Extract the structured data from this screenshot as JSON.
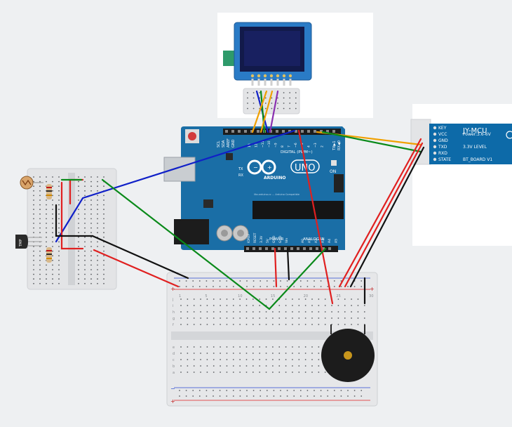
{
  "arduino": {
    "brand": "ARDUINO",
    "model": "UNO",
    "on_label": "ON",
    "digital_label": "DIGITAL (PWM~)",
    "aref_label": "AREF",
    "gnd_label": "GND",
    "sda_label": "SDA",
    "scl_label": "SCL",
    "tx_label": "TX",
    "rx_label": "RX",
    "tx1_label": "TX▶1",
    "rx0_label": "RX◀0",
    "digital_pins": [
      "13",
      "12",
      "~11",
      "~10",
      "~9",
      "8",
      "7",
      "~6",
      "~5",
      "4",
      "~3",
      "2"
    ],
    "power_label": "POWER",
    "analog_label": "ANALOG IN",
    "power_pins": [
      "IOREF",
      "RESET",
      "3.3V",
      "5V",
      "GND",
      "GND",
      "Vin"
    ],
    "analog_pins": [
      "A0",
      "A1",
      "A2",
      "A3",
      "A4",
      "A5"
    ],
    "url_text": "ilta.arduino.cc ... Arduino Compatible"
  },
  "bluetooth": {
    "title": "JY-MCU",
    "pins": [
      "KEY",
      "VCC",
      "GND",
      "TXD",
      "RXD",
      "STATE"
    ],
    "notes": [
      "",
      "Power:3.6-6V",
      "",
      "3.3V LEVEL",
      "",
      "BT_BOARD V1"
    ]
  },
  "temp_sensor": {
    "label": "TMP"
  },
  "breadboard": {
    "plus": "+",
    "minus": "−",
    "row_letters_top": [
      "j",
      "i",
      "h",
      "g",
      "f"
    ],
    "row_letters_bottom": [
      "e",
      "d",
      "c",
      "b",
      "a"
    ],
    "column_labels": [
      "1",
      "",
      "",
      "",
      "5",
      "",
      "",
      "",
      "",
      "10",
      "",
      "",
      "",
      "",
      "15",
      "",
      "",
      "",
      "",
      "20",
      "",
      "",
      "",
      "",
      "25",
      "",
      "",
      "",
      "",
      "30"
    ]
  },
  "colors": {
    "board": "#1a6ea6",
    "wire_red": "#e02020",
    "wire_black": "#111111",
    "wire_blue": "#1020c8",
    "wire_green": "#0a8a1a",
    "wire_orange": "#f0a000",
    "wire_purple": "#8a30b0"
  }
}
